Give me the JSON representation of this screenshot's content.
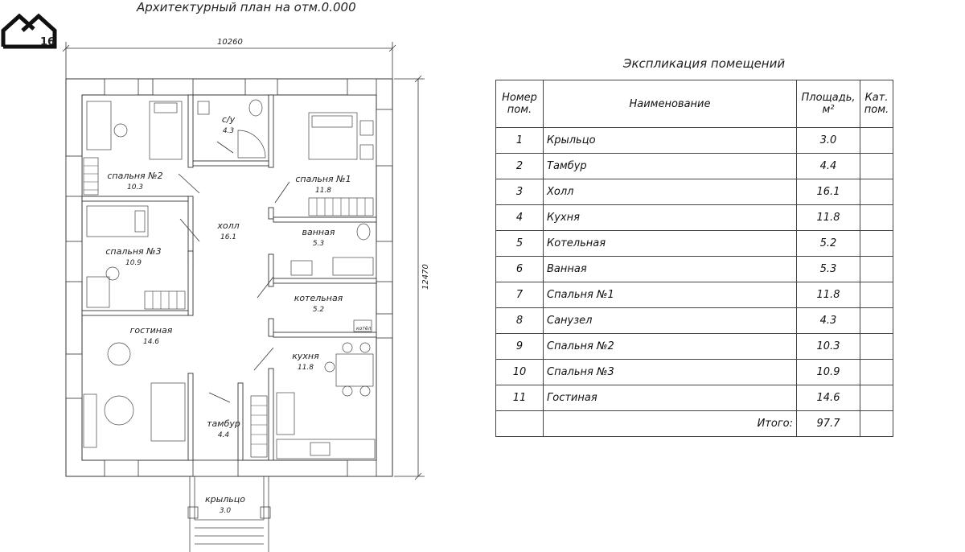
{
  "logo": {
    "badge": "16"
  },
  "plan": {
    "title": "Архитектурный план на отм.0.000",
    "dim_width": "10260",
    "dim_height": "12470",
    "rooms": [
      {
        "key": "spalnya2",
        "name": "спальня №2",
        "area": "10.3"
      },
      {
        "key": "su",
        "name": "с/у",
        "area": "4.3"
      },
      {
        "key": "spalnya1",
        "name": "спальня №1",
        "area": "11.8"
      },
      {
        "key": "holl",
        "name": "холл",
        "area": "16.1"
      },
      {
        "key": "vannaya",
        "name": "ванная",
        "area": "5.3"
      },
      {
        "key": "spalnya3",
        "name": "спальня №3",
        "area": "10.9"
      },
      {
        "key": "kotelnaya",
        "name": "котельная",
        "area": "5.2"
      },
      {
        "key": "gostinaya",
        "name": "гостиная",
        "area": "14.6"
      },
      {
        "key": "kuhnya",
        "name": "кухня",
        "area": "11.8"
      },
      {
        "key": "tambur",
        "name": "тамбур",
        "area": "4.4"
      },
      {
        "key": "kryltso",
        "name": "крыльцо",
        "area": "3.0"
      }
    ],
    "boiler_label": "котёл"
  },
  "explication": {
    "title": "Экспликация помещений",
    "headers": {
      "num": [
        "Номер",
        "пом."
      ],
      "name": "Наименование",
      "area": [
        "Площадь,",
        "м²"
      ],
      "cat": [
        "Кат.",
        "пом."
      ]
    },
    "rows": [
      {
        "num": "1",
        "name": "Крыльцо",
        "area": "3.0",
        "cat": ""
      },
      {
        "num": "2",
        "name": "Тамбур",
        "area": "4.4",
        "cat": ""
      },
      {
        "num": "3",
        "name": "Холл",
        "area": "16.1",
        "cat": ""
      },
      {
        "num": "4",
        "name": "Кухня",
        "area": "11.8",
        "cat": ""
      },
      {
        "num": "5",
        "name": "Котельная",
        "area": "5.2",
        "cat": ""
      },
      {
        "num": "6",
        "name": "Ванная",
        "area": "5.3",
        "cat": ""
      },
      {
        "num": "7",
        "name": "Спальня №1",
        "area": "11.8",
        "cat": ""
      },
      {
        "num": "8",
        "name": "Санузел",
        "area": "4.3",
        "cat": ""
      },
      {
        "num": "9",
        "name": "Спальня №2",
        "area": "10.3",
        "cat": ""
      },
      {
        "num": "10",
        "name": "Спальня №3",
        "area": "10.9",
        "cat": ""
      },
      {
        "num": "11",
        "name": "Гостиная",
        "area": "14.6",
        "cat": ""
      }
    ],
    "total_label": "Итого:",
    "total_value": "97.7"
  }
}
